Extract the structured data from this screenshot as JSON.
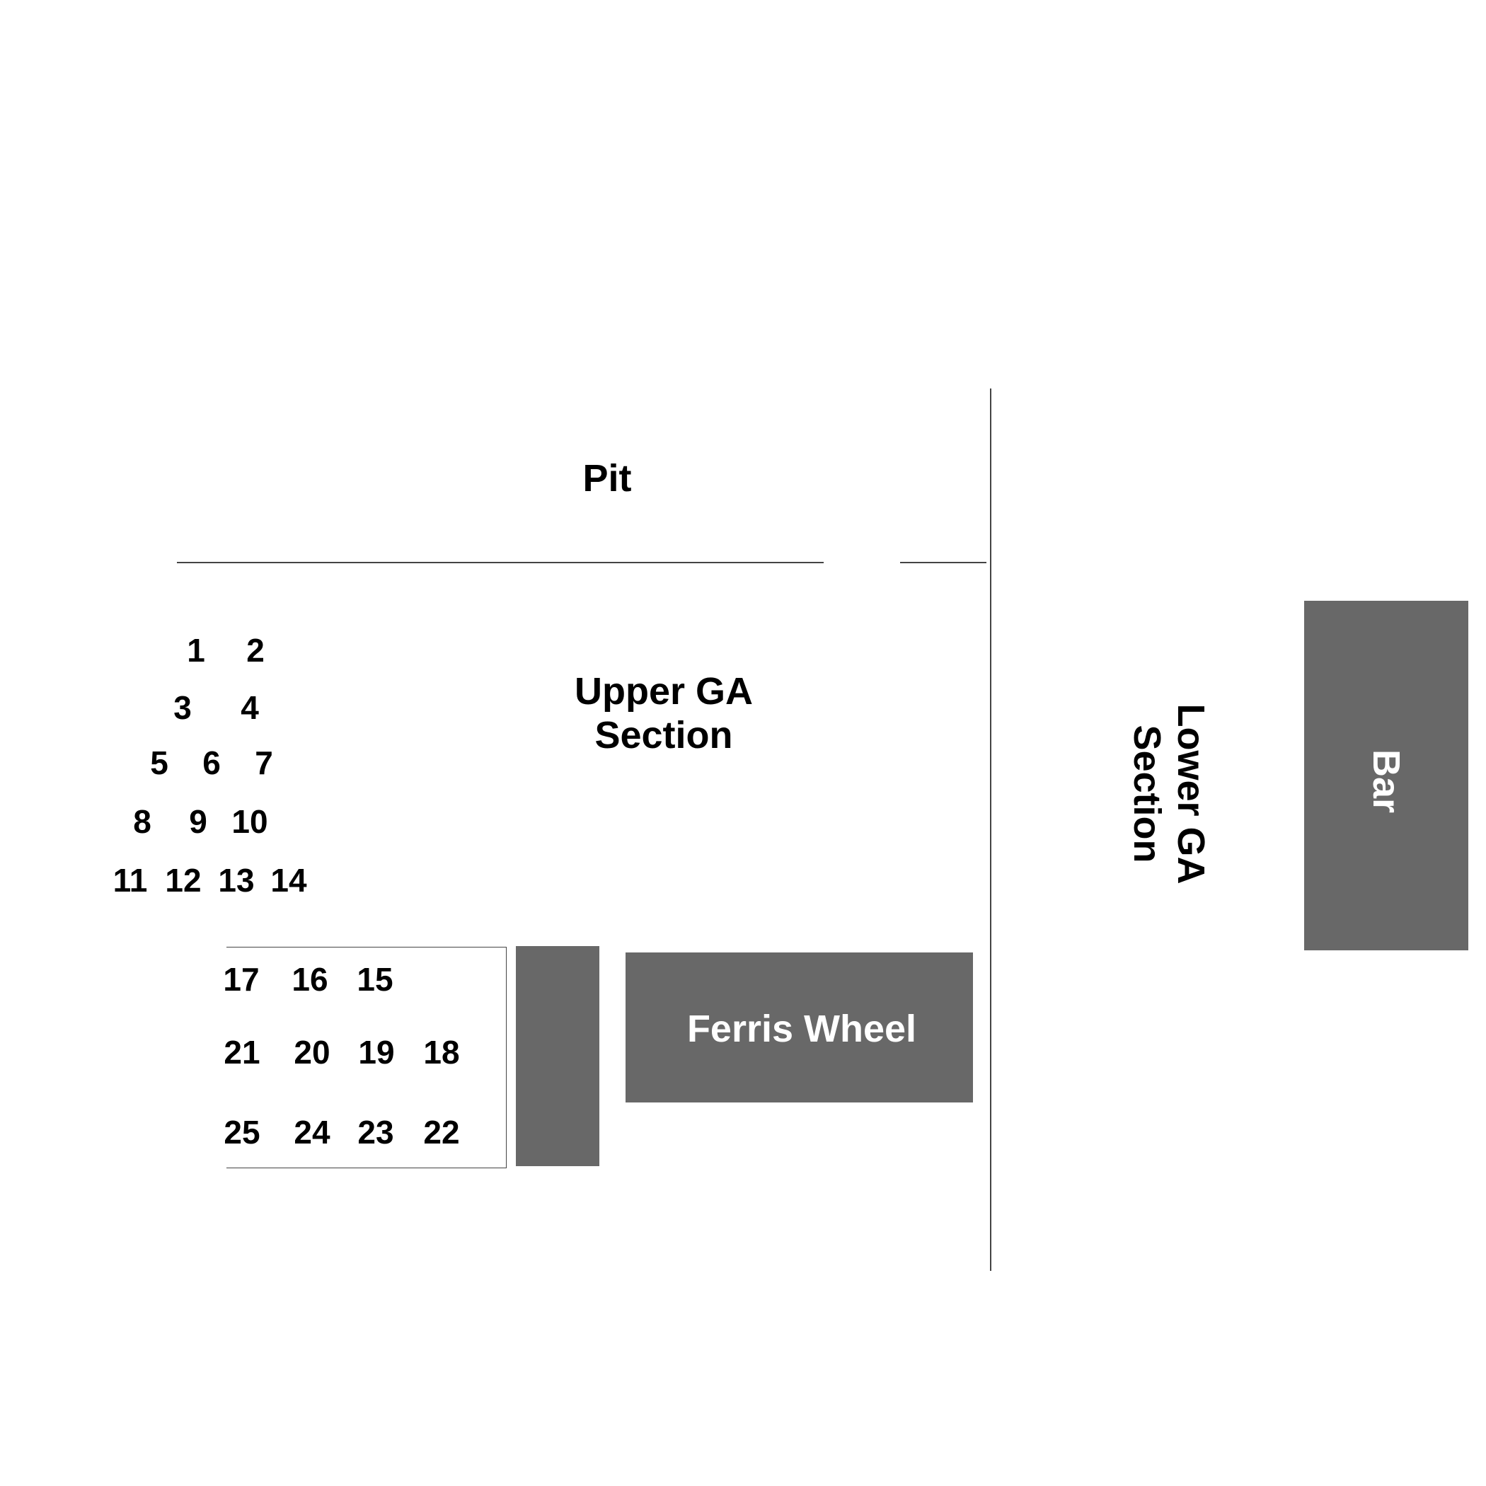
{
  "map": {
    "colors": {
      "block_fill": "#686868",
      "line": "#444444",
      "label_on_block": "#ffffff"
    },
    "areas": {
      "pit": "Pit",
      "upper_ga": {
        "line1": "Upper GA",
        "line2": "Section"
      },
      "lower_ga": {
        "line1": "Lower GA",
        "line2": "Section"
      },
      "bar": "Bar",
      "ferris_wheel": "Ferris Wheel"
    },
    "seats": [
      {
        "id": "1",
        "label": "1"
      },
      {
        "id": "2",
        "label": "2"
      },
      {
        "id": "3",
        "label": "3"
      },
      {
        "id": "4",
        "label": "4"
      },
      {
        "id": "5",
        "label": "5"
      },
      {
        "id": "6",
        "label": "6"
      },
      {
        "id": "7",
        "label": "7"
      },
      {
        "id": "8",
        "label": "8"
      },
      {
        "id": "9",
        "label": "9"
      },
      {
        "id": "10",
        "label": "10"
      },
      {
        "id": "11",
        "label": "11"
      },
      {
        "id": "12",
        "label": "12"
      },
      {
        "id": "13",
        "label": "13"
      },
      {
        "id": "14",
        "label": "14"
      },
      {
        "id": "15",
        "label": "15"
      },
      {
        "id": "16",
        "label": "16"
      },
      {
        "id": "17",
        "label": "17"
      },
      {
        "id": "18",
        "label": "18"
      },
      {
        "id": "19",
        "label": "19"
      },
      {
        "id": "20",
        "label": "20"
      },
      {
        "id": "21",
        "label": "21"
      },
      {
        "id": "22",
        "label": "22"
      },
      {
        "id": "23",
        "label": "23"
      },
      {
        "id": "24",
        "label": "24"
      },
      {
        "id": "25",
        "label": "25"
      }
    ]
  }
}
